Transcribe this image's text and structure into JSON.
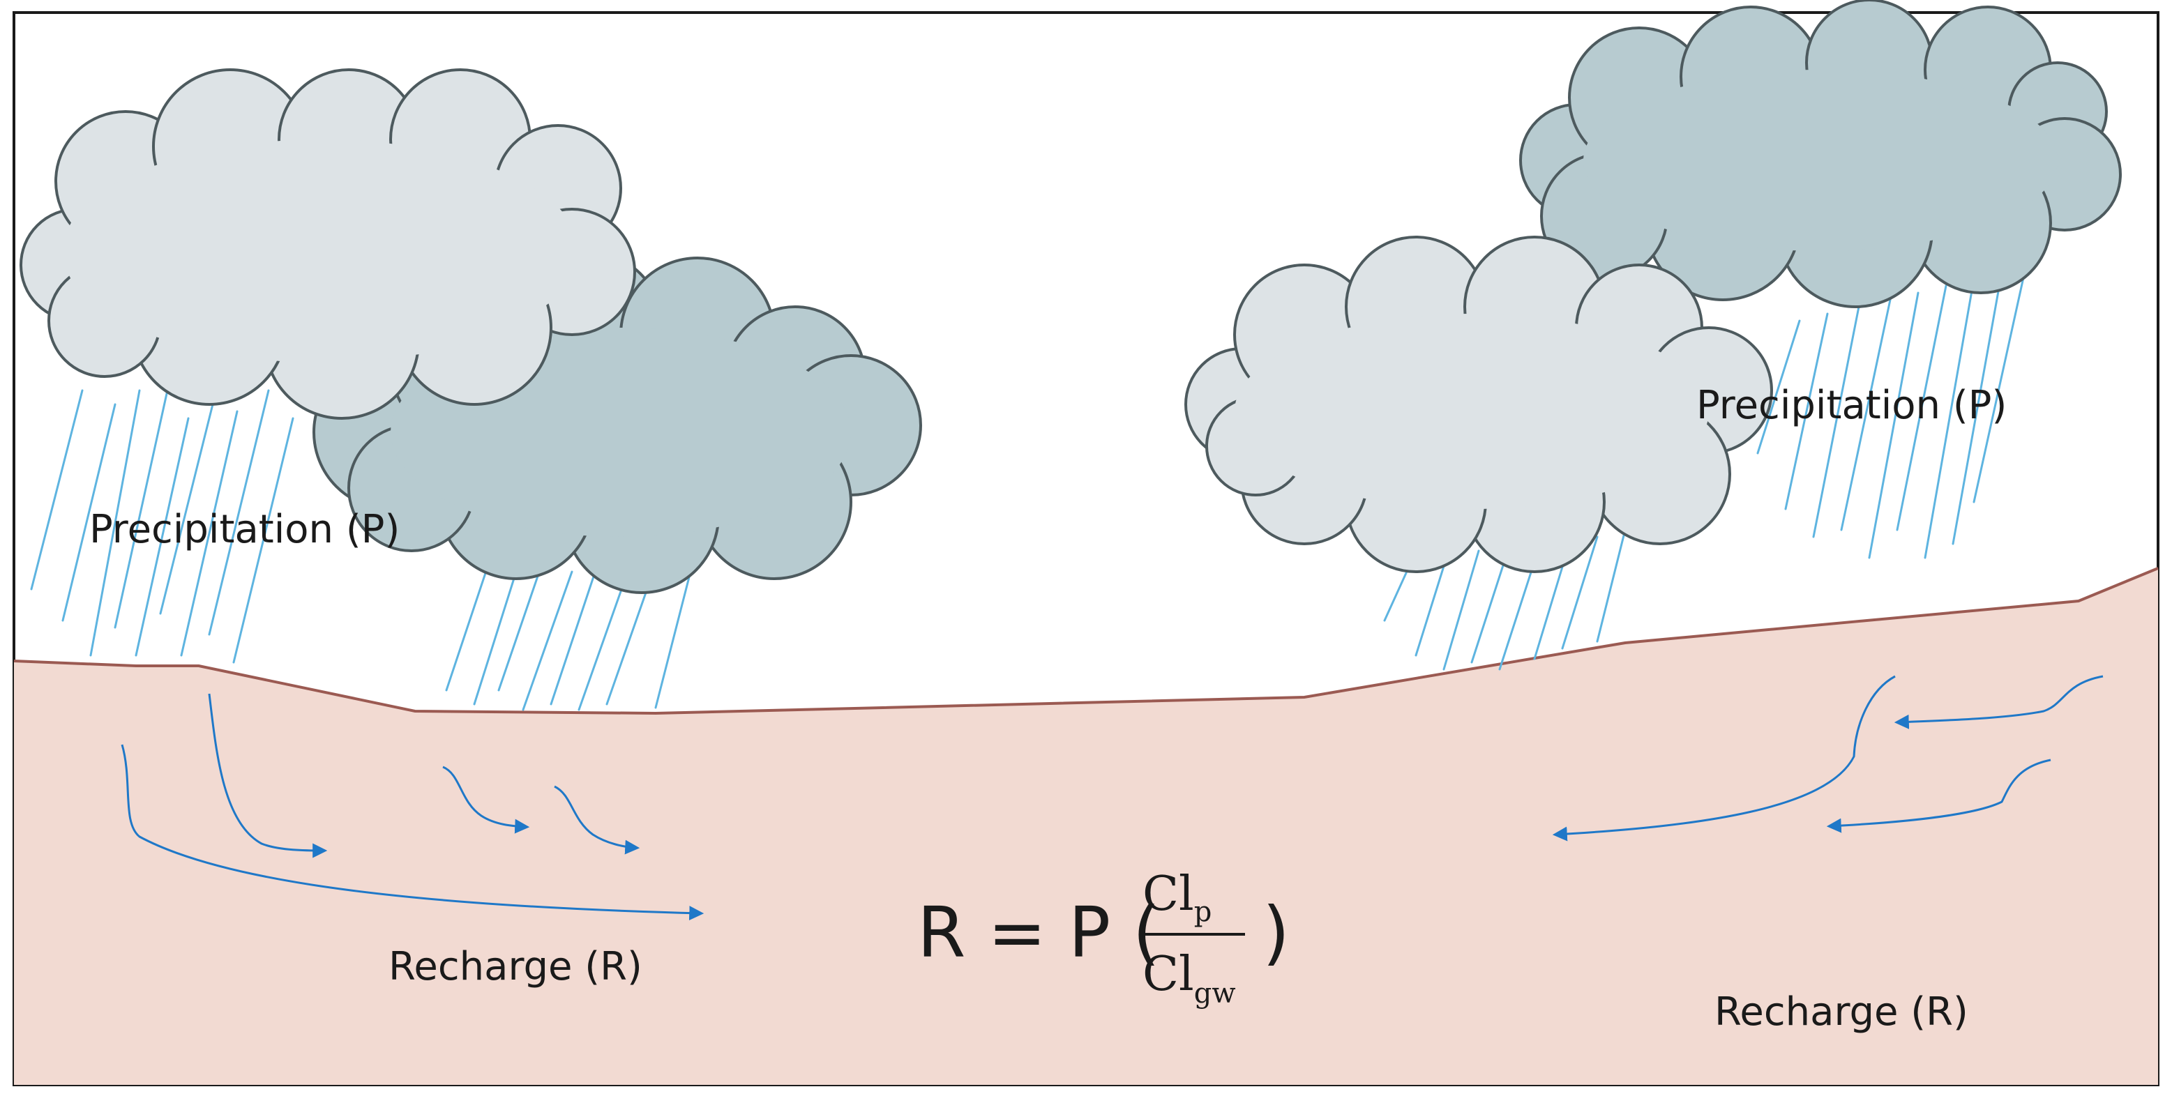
{
  "labels": {
    "precipitation_left": "Precipitation (P)",
    "precipitation_right": "Precipitation (P)",
    "recharge_left": "Recharge (R)",
    "recharge_right": "Recharge (R)"
  },
  "equation": {
    "lhs": "R = P (",
    "numerator_main": "Cl",
    "numerator_sub": "p",
    "denominator_main": "Cl",
    "denominator_sub": "gw",
    "close": ")"
  },
  "colors": {
    "ground_fill": "#f2dad2",
    "ground_line": "#9b5a52",
    "cloud_light": "#dde3e6",
    "cloud_dark": "#b7cbd0",
    "cloud_outline": "#4d5a5e",
    "rain": "#5eb4e0",
    "arrow": "#1f78c8",
    "frame": "#1a1a1a"
  }
}
